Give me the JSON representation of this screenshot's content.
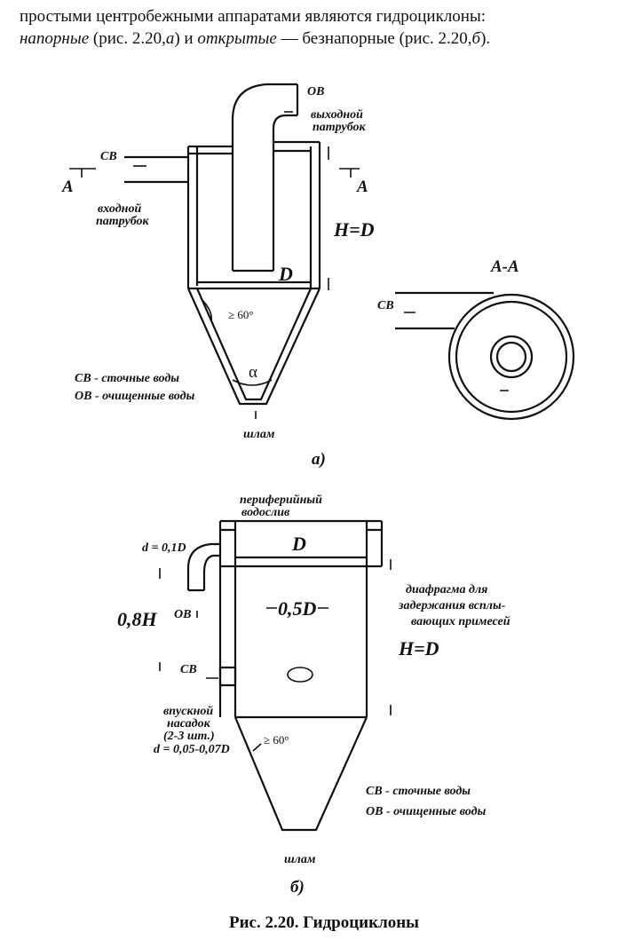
{
  "intro": {
    "line1": "простыми центробежными аппаратами являются гидроциклоны:",
    "pressure_word": "напорные",
    "ref_a": "(рис. 2.20,",
    "ref_a_letter": "а",
    "ref_a_close": ")",
    "and_word": "и",
    "open_word": "открытые",
    "dash_text": "— безнапорные",
    "ref_b": "(рис. 2.20,",
    "ref_b_letter": "б",
    "ref_b_close": ")."
  },
  "figure_a": {
    "ov": "ОВ",
    "outlet_pipe": [
      "выходной",
      "патрубок"
    ],
    "sv": "СВ",
    "section_mark": "А",
    "inlet_pipe": [
      "входной",
      "патрубок"
    ],
    "h_eq_d": "H=D",
    "d": "D",
    "angle": "≥ 60°",
    "alpha": "α",
    "section_title": "А-А",
    "legend_sv": "СВ - сточные воды",
    "legend_ov": "ОВ - очищенные воды",
    "sludge": "шлам",
    "label": "а)"
  },
  "figure_b": {
    "weir": [
      "периферийный",
      "водослив"
    ],
    "d_small": "d = 0,1D",
    "d": "D",
    "h08": "0,8H",
    "ov": "ОВ",
    "half_d": "0,5D",
    "diaphragm": [
      "диафрагма для",
      "задержания всплы-",
      "вающих примесей"
    ],
    "h_eq_d": "H=D",
    "sv": "СВ",
    "nozzle": [
      "впускной",
      "насадок",
      "(2-3 шт.)",
      "d = 0,05-0,07D"
    ],
    "angle": "≥ 60°",
    "legend_sv": "СВ - сточные воды",
    "legend_ov": "ОВ - очищенные воды",
    "sludge": "шлам",
    "label": "б)"
  },
  "caption": "Рис. 2.20. Гидроциклоны"
}
